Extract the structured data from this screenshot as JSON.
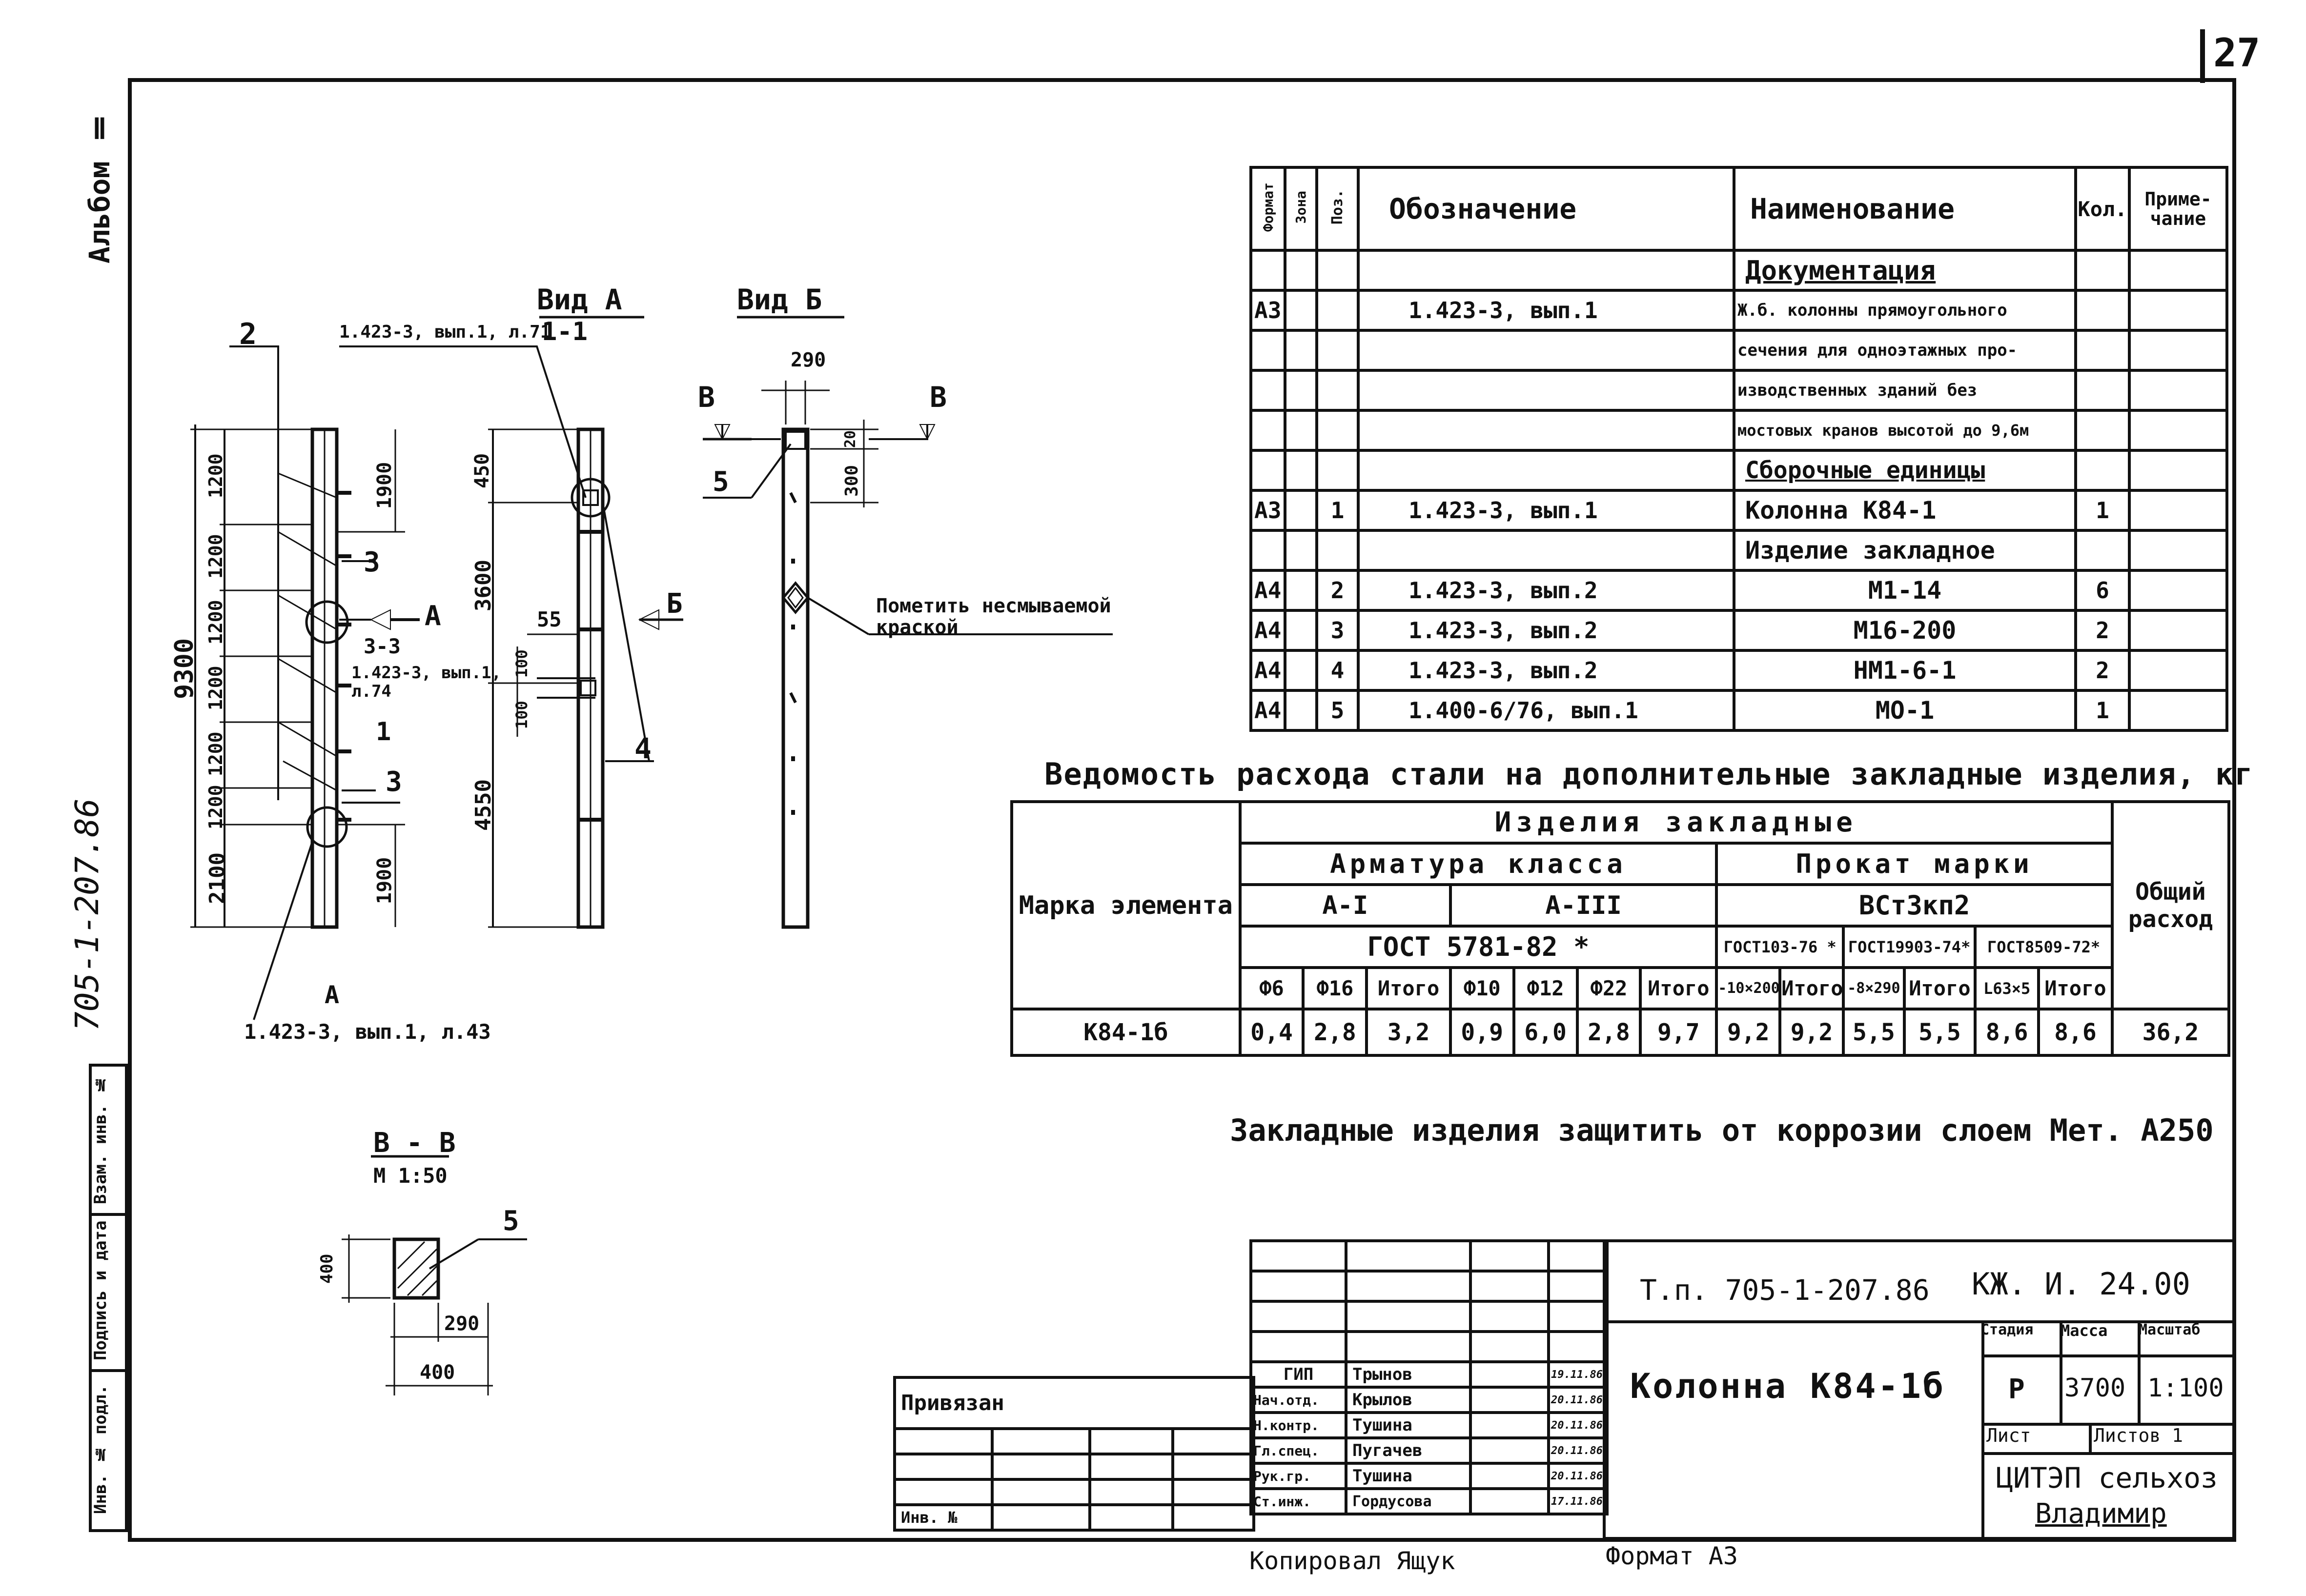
{
  "page_number": "27",
  "album_label": "Альбом Ⅱ",
  "doc_code_left": "705-1-207.86",
  "margin_cells": [
    "Инв. № подл.",
    "Подпись и дата",
    "Взам. инв. №"
  ],
  "views": {
    "section_1_1": "1-1",
    "section_1_1_ref": "1.423-3, вып.1, л.71",
    "view_a": "Вид А",
    "view_b": "Вид Б",
    "section_3_3": "3-3",
    "section_3_3_ref": "1.423-3, вып.1, л.74",
    "section_a": "А",
    "section_a_ref": "1.423-3, вып.1, л.43",
    "section_bb": "В - В",
    "section_bb_scale": "М 1:50",
    "note_mark": "Пометить несмываемой краской"
  },
  "labels": {
    "pos_2": "2",
    "pos_3a": "3",
    "pos_3b": "3",
    "pos_1": "1",
    "pos_4": "4",
    "pos_5": "5",
    "pos_5b": "5",
    "arrow_a": "А",
    "arrow_b": "Б",
    "cut_b_left": "В",
    "cut_b_right": "В"
  },
  "dimensions": {
    "total_height": "9300",
    "steps": [
      "2100",
      "1200",
      "1200",
      "1200",
      "1200",
      "1200",
      "1200"
    ],
    "d1900_top": "1900",
    "d1900_bot": "1900",
    "d450": "450",
    "d3600": "3600",
    "d4550": "4550",
    "d55": "55",
    "d100a": "100",
    "d100b": "100",
    "d290": "290",
    "d20": "20",
    "d300": "300",
    "bb_400v": "400",
    "bb_290": "290",
    "bb_400h": "400"
  },
  "spec_table": {
    "headers": {
      "format": "Формат",
      "zone": "Зона",
      "pos": "Поз.",
      "designation": "Обозначение",
      "name": "Наименование",
      "qty": "Кол.",
      "note": "Приме-чание"
    },
    "rows": [
      {
        "format": "",
        "pos": "",
        "designation": "",
        "name": "Документация",
        "qty": ""
      },
      {
        "format": "А3",
        "pos": "",
        "designation": "1.423-3, вып.1",
        "name": "Ж.б. колонны прямоугольного",
        "qty": ""
      },
      {
        "format": "",
        "pos": "",
        "designation": "",
        "name": "сечения для одноэтажных про-",
        "qty": ""
      },
      {
        "format": "",
        "pos": "",
        "designation": "",
        "name": "изводственных зданий без",
        "qty": ""
      },
      {
        "format": "",
        "pos": "",
        "designation": "",
        "name": "мостовых кранов высотой до 9,6м",
        "qty": ""
      },
      {
        "format": "",
        "pos": "",
        "designation": "",
        "name": "Сборочные единицы",
        "qty": ""
      },
      {
        "format": "А3",
        "pos": "1",
        "designation": "1.423-3, вып.1",
        "name": "Колонна К84-1",
        "qty": "1"
      },
      {
        "format": "",
        "pos": "",
        "designation": "",
        "name": "Изделие закладное",
        "qty": ""
      },
      {
        "format": "А4",
        "pos": "2",
        "designation": "1.423-3, вып.2",
        "name": "М1-14",
        "qty": "6"
      },
      {
        "format": "А4",
        "pos": "3",
        "designation": "1.423-3, вып.2",
        "name": "М16-200",
        "qty": "2"
      },
      {
        "format": "А4",
        "pos": "4",
        "designation": "1.423-3, вып.2",
        "name": "НМ1-6-1",
        "qty": "2"
      },
      {
        "format": "А4",
        "pos": "5",
        "designation": "1.400-6/76, вып.1",
        "name": "МО-1",
        "qty": "1"
      }
    ]
  },
  "steel_table": {
    "title": "Ведомость расхода стали на дополнительные закладные изделия, кг",
    "mark_header": "Марка элемента",
    "group_header": "Изделия закладные",
    "rebar_header": "Арматура класса",
    "rolled_header": "Прокат марки",
    "class_a1": "А-I",
    "class_a3": "А-III",
    "rolled_grade": "ВСт3кп2",
    "gost_rebar": "ГОСТ 5781-82 *",
    "gost_103": "ГОСТ103-76 *",
    "gost_19903": "ГОСТ19903-74*",
    "gost_8509": "ГОСТ8509-72*",
    "total_header": "Общий расход",
    "cols": [
      "Ф6",
      "Ф16",
      "Итого",
      "Ф10",
      "Ф12",
      "Ф22",
      "Итого",
      "-10×200",
      "Итого",
      "-8×290",
      "Итого",
      "L63×5",
      "Итого"
    ],
    "row": {
      "mark": "К84-1б",
      "values": [
        "0,4",
        "2,8",
        "3,2",
        "0,9",
        "6,0",
        "2,8",
        "9,7",
        "9,2",
        "9,2",
        "5,5",
        "5,5",
        "8,6",
        "8,6"
      ],
      "total": "36,2"
    }
  },
  "corrosion_note": "Закладные изделия защитить от коррозии слоем Мет. А250",
  "title_block": {
    "project": "Т.п.   705-1-207.86",
    "drawing_code": "КЖ. И. 24.00",
    "title": "Колонна К84-1б",
    "stage_h": "Стадия",
    "mass_h": "Масса",
    "scale_h": "Масштаб",
    "stage": "Р",
    "mass": "3700",
    "scale": "1:100",
    "sheet_h": "Лист",
    "sheets_h": "Листов 1",
    "org_line1": "ЦИТЭП сельхоз",
    "org_line2": "Владимир",
    "roles": [
      "ГИП",
      "Нач.отд.",
      "Н.контр.",
      "Гл.спец.",
      "Рук.гр.",
      "Ст.инж."
    ],
    "names": [
      "Трынов",
      "Крылов",
      "Тушина",
      "Пугачев",
      "Тушина",
      "Гордусова"
    ],
    "dates": [
      "19.11.86",
      "20.11.86",
      "20.11.86",
      "20.11.86",
      "20.11.86",
      "17.11.86"
    ],
    "bound": "Привязан",
    "inv": "Инв. №"
  },
  "footer": {
    "copied": "Копировал Ящук",
    "format": "Формат А3"
  }
}
